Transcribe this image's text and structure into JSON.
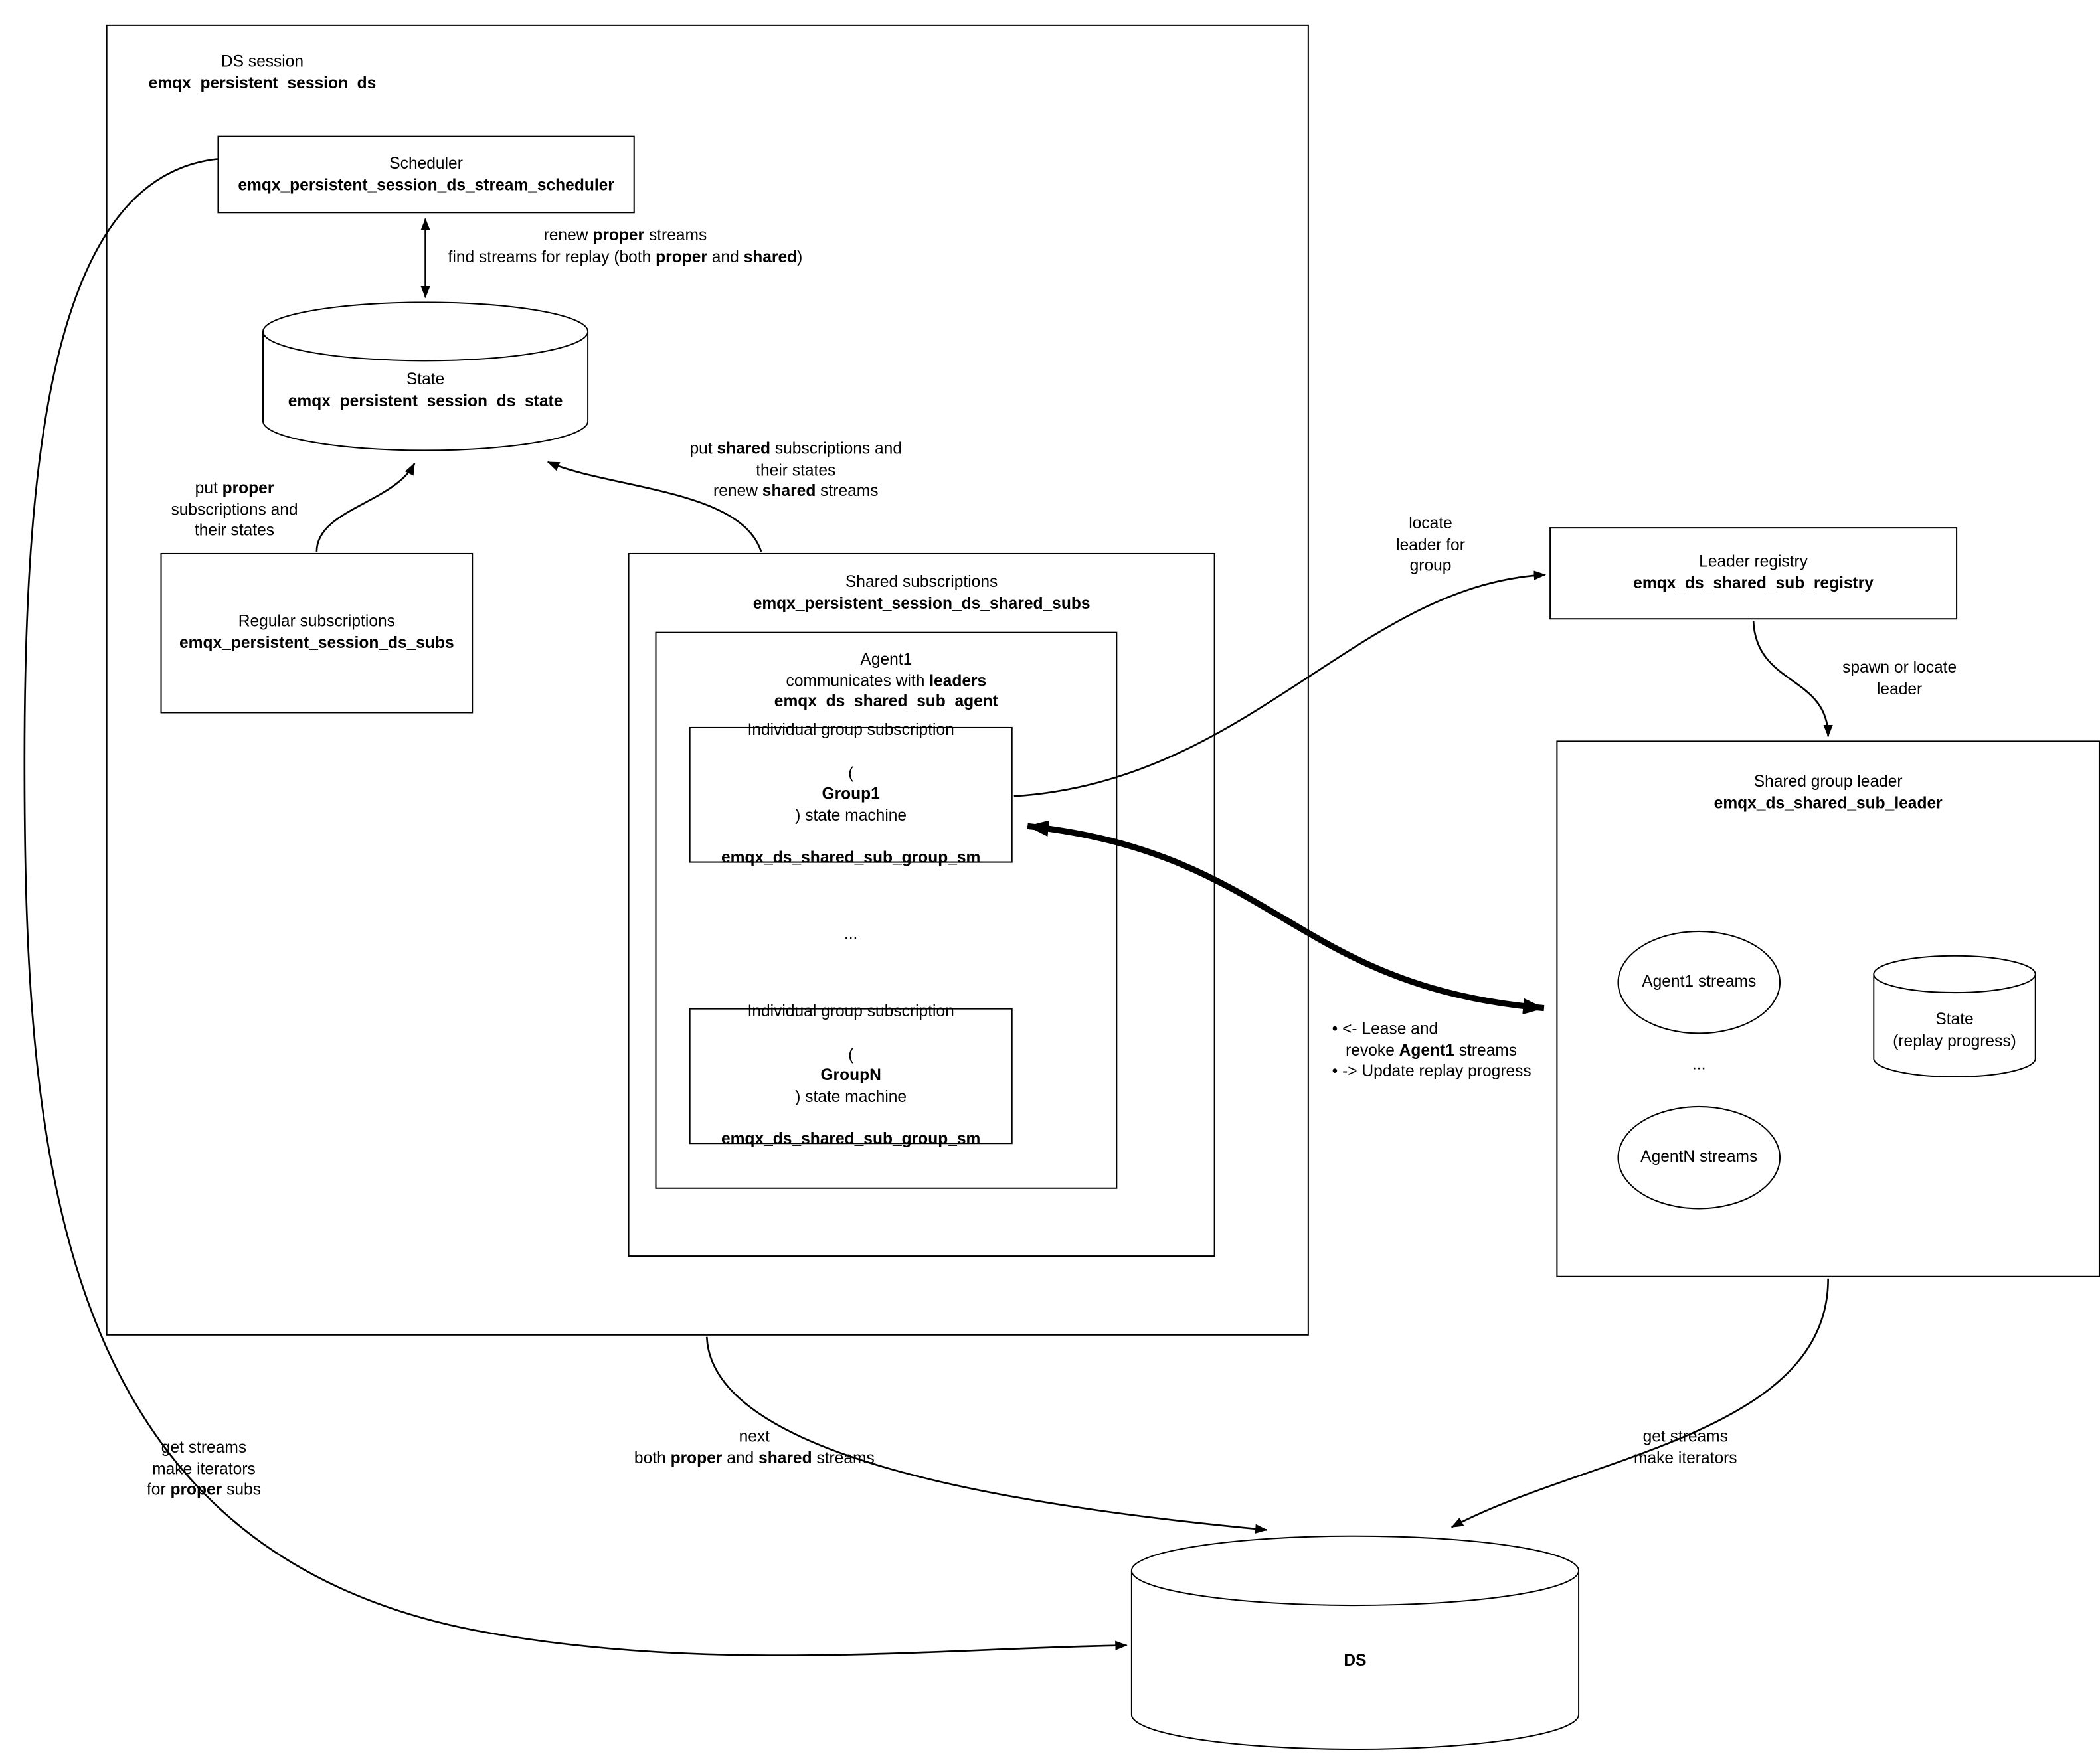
{
  "diagram": {
    "session": {
      "title": "DS session",
      "module": "emqx_persistent_session_ds"
    },
    "scheduler": {
      "title": "Scheduler",
      "module": "emqx_persistent_session_ds_stream_scheduler"
    },
    "state": {
      "title": "State",
      "module": "emqx_persistent_session_ds_state"
    },
    "regular_subs": {
      "title": "Regular subscriptions",
      "module": "emqx_persistent_session_ds_subs"
    },
    "shared_subs": {
      "title": "Shared subscriptions",
      "module": "emqx_persistent_session_ds_shared_subs"
    },
    "agent": {
      "lines": [
        [
          {
            "t": "Agent1"
          }
        ],
        [
          {
            "t": "communicates with "
          },
          {
            "t": "leaders",
            "b": true
          }
        ],
        [
          {
            "t": "emqx_ds_shared_sub_agent",
            "b": true
          }
        ]
      ]
    },
    "group1": {
      "lines": [
        [
          {
            "t": "Individual group subscription"
          }
        ],
        [
          {
            "t": "("
          },
          {
            "t": "Group1",
            "b": true
          },
          {
            "t": ") state machine"
          }
        ],
        [
          {
            "t": "emqx_ds_shared_sub_group_sm",
            "b": true
          }
        ]
      ]
    },
    "groupN": {
      "lines": [
        [
          {
            "t": "Individual group subscription"
          }
        ],
        [
          {
            "t": "("
          },
          {
            "t": "GroupN",
            "b": true
          },
          {
            "t": ") state machine"
          }
        ],
        [
          {
            "t": "emqx_ds_shared_sub_group_sm",
            "b": true
          }
        ]
      ]
    },
    "agent_dots": "...",
    "registry": {
      "title": "Leader registry",
      "module": "emqx_ds_shared_sub_registry"
    },
    "leader": {
      "title": "Shared group leader",
      "module": "emqx_ds_shared_sub_leader"
    },
    "agent1_streams": "Agent1 streams",
    "leader_dots": "...",
    "agentN_streams": "AgentN streams",
    "leader_state": {
      "lines": [
        [
          {
            "t": "State"
          }
        ],
        [
          {
            "t": "(replay progress)"
          }
        ]
      ]
    },
    "ds": {
      "label": "DS"
    },
    "labels": {
      "renew": [
        [
          {
            "t": "renew "
          },
          {
            "t": "proper",
            "b": true
          },
          {
            "t": " streams"
          }
        ],
        [
          {
            "t": "find streams for replay (both "
          },
          {
            "t": "proper",
            "b": true
          },
          {
            "t": " and "
          },
          {
            "t": "shared",
            "b": true
          },
          {
            "t": ")"
          }
        ]
      ],
      "put_proper": [
        [
          {
            "t": "put "
          },
          {
            "t": "proper",
            "b": true
          }
        ],
        [
          {
            "t": "subscriptions and"
          }
        ],
        [
          {
            "t": "their states"
          }
        ]
      ],
      "put_shared": [
        [
          {
            "t": "put "
          },
          {
            "t": "shared",
            "b": true
          },
          {
            "t": " subscriptions and"
          }
        ],
        [
          {
            "t": "their states"
          }
        ],
        [
          {
            "t": "renew "
          },
          {
            "t": "shared",
            "b": true
          },
          {
            "t": " streams"
          }
        ]
      ],
      "locate": [
        [
          {
            "t": "locate"
          }
        ],
        [
          {
            "t": "leader for"
          }
        ],
        [
          {
            "t": "group"
          }
        ]
      ],
      "spawn": [
        [
          {
            "t": "spawn or locate"
          }
        ],
        [
          {
            "t": "leader"
          }
        ]
      ],
      "lease": [
        [
          {
            "t": "•  <- Lease and"
          }
        ],
        [
          {
            "t": "   revoke "
          },
          {
            "t": "Agent1",
            "b": true
          },
          {
            "t": " streams"
          }
        ],
        [
          {
            "t": "•  -> Update replay progress"
          }
        ]
      ],
      "next": [
        [
          {
            "t": "next"
          }
        ],
        [
          {
            "t": "both "
          },
          {
            "t": "proper",
            "b": true
          },
          {
            "t": " and "
          },
          {
            "t": "shared",
            "b": true
          },
          {
            "t": " streams"
          }
        ]
      ],
      "get_streams_leader": [
        [
          {
            "t": "get streams"
          }
        ],
        [
          {
            "t": "make iterators"
          }
        ]
      ],
      "get_streams_scheduler": [
        [
          {
            "t": "get streams"
          }
        ],
        [
          {
            "t": "make iterators"
          }
        ],
        [
          {
            "t": "for "
          },
          {
            "t": "proper",
            "b": true
          },
          {
            "t": " subs"
          }
        ]
      ]
    }
  }
}
